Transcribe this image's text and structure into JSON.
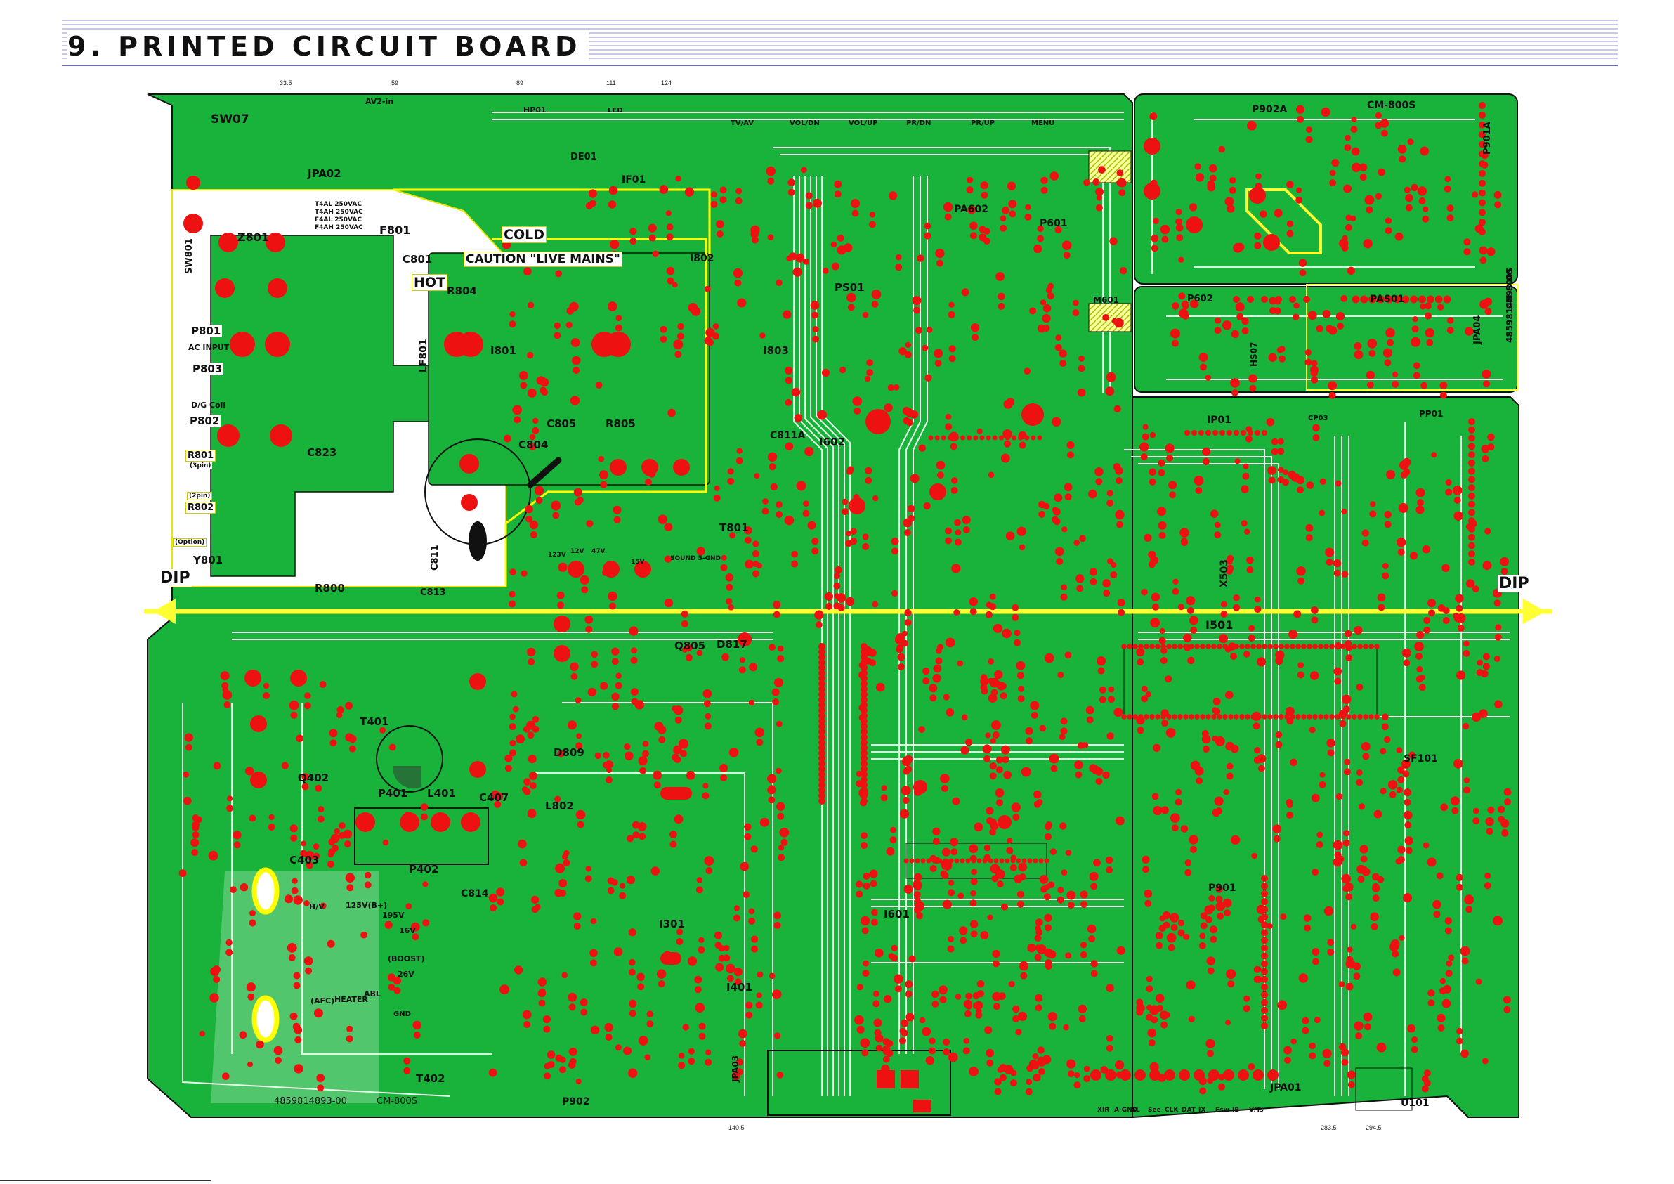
{
  "header": {
    "title": "9. PRINTED CIRCUIT BOARD"
  },
  "dimensions_top": [
    "33.5",
    "59",
    "89",
    "111",
    "124"
  ],
  "dimensions_bottom": [
    "140.5",
    "283.5",
    "294.5"
  ],
  "colors": {
    "board": "#19b33c",
    "pad": "#ee1111",
    "trace": "#e9f7ea",
    "highlight": "#ffff33",
    "outline": "#111111"
  },
  "board_labels": {
    "sw07": "SW07",
    "av2_in": "AV2-in",
    "jpa02": "JPA02",
    "de01": "DE01",
    "if01": "IF01",
    "tv_av": "TV/AV",
    "vol_dn": "VOL/DN",
    "vol_up": "VOL/UP",
    "pr_dn": "PR/DN",
    "pr_up": "PR/UP",
    "menu": "MENU",
    "z801": "Z801",
    "f801": "F801",
    "sw801": "SW801",
    "c801": "C801",
    "hot": "HOT",
    "cold": "COLD",
    "caution": "CAUTION \"LIVE MAINS\"",
    "i802": "I802",
    "pa602": "PA602",
    "p601": "P601",
    "m601": "M601",
    "fuse1": "T4AL 250VAC",
    "fuse2": "T4AH 250VAC",
    "fuse3": "F4AL 250VAC",
    "fuse4": "F4AH 250VAC",
    "p801": "P801",
    "ac_input": "AC INPUT",
    "p803": "P803",
    "p802": "P802",
    "dg_coil": "D/G Coil",
    "r804": "R804",
    "lf801": "LF801",
    "i801": "I801",
    "c805": "C805",
    "r805": "R805",
    "c804": "C804",
    "c823": "C823",
    "r801": "R801",
    "three_pin": "(3pin)",
    "two_pin": "(2pin)",
    "r802": "R802",
    "option": "(Option)",
    "y801": "Y801",
    "r800": "R800",
    "c811": "C811",
    "c813": "C813",
    "t801": "T801",
    "dip_left": "DIP",
    "dip_right": "DIP",
    "i803": "I803",
    "c811a": "C811A",
    "i602": "I602",
    "ps01": "PS01",
    "q805": "Q805",
    "d817": "D817",
    "t401": "T401",
    "q402": "Q402",
    "p401": "P401",
    "l401": "L401",
    "c407": "C407",
    "l802": "L802",
    "d809": "D809",
    "c403": "C403",
    "p402": "P402",
    "c814": "C814",
    "hv": "H/V",
    "v125": "125V(B+)",
    "v195": "195V",
    "v16": "16V",
    "boost": "(BOOST)",
    "v26": "26V",
    "afc": "(AFC)",
    "heater": "HEATER",
    "abl": "ABL",
    "gnd": "GND",
    "t402": "T402",
    "part_no": "4859814893-00",
    "model": "CM-800S",
    "p902": "P902",
    "i301": "I301",
    "i401": "I401",
    "i601": "I601",
    "jpa03": "JPA03",
    "jpa01": "JPA01",
    "u101": "U101",
    "ip01": "IP01",
    "cp03": "CP03",
    "pp01": "PP01",
    "i501": "I501",
    "x503": "X503",
    "p901": "P901",
    "sf101": "SF101",
    "p902a": "P902A",
    "cm800s_tr": "CM-800S",
    "p901a": "P901A",
    "p602": "P602",
    "pas01": "PAS01",
    "jpa04": "JPA04",
    "hs07": "HS07",
    "part_no_side": "4859814893-00",
    "cm800s_side": "CM-800S",
    "led": "LED",
    "v123": "123V",
    "v124": "12V",
    "v47": "47V",
    "v15": "15V",
    "sound": "SOUND 5-GND",
    "hp01": "HP01"
  },
  "connector_pins": [
    "XIR",
    "A-GND",
    "AL",
    "See",
    "CLK",
    "DAT",
    "IX",
    "Fsw",
    "IB",
    "V/Ts"
  ]
}
